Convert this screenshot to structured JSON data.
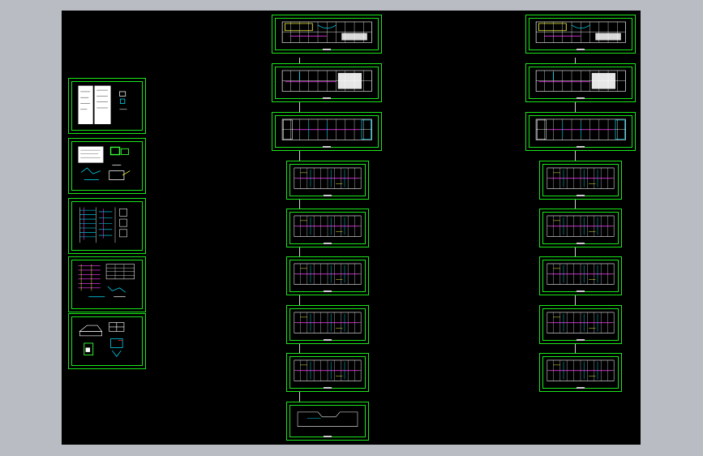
{
  "app": {
    "background": "#b9bcc2",
    "canvas_color": "#000000",
    "frame_color": "#19e619"
  },
  "drawing": {
    "left_column_sheets": [
      "sheet-cover",
      "sheet-notes",
      "sheet-risers",
      "sheet-schedule",
      "sheet-details"
    ],
    "middle_column_sheets": 9,
    "right_column_sheets": 8,
    "colors": {
      "wall": "#ffffff",
      "pipe_cyan": "#00e5ff",
      "pipe_magenta": "#ff3cff",
      "pipe_yellow": "#ffff40",
      "pipe_green": "#33ff33",
      "pipe_red": "#ff2a2a"
    }
  }
}
